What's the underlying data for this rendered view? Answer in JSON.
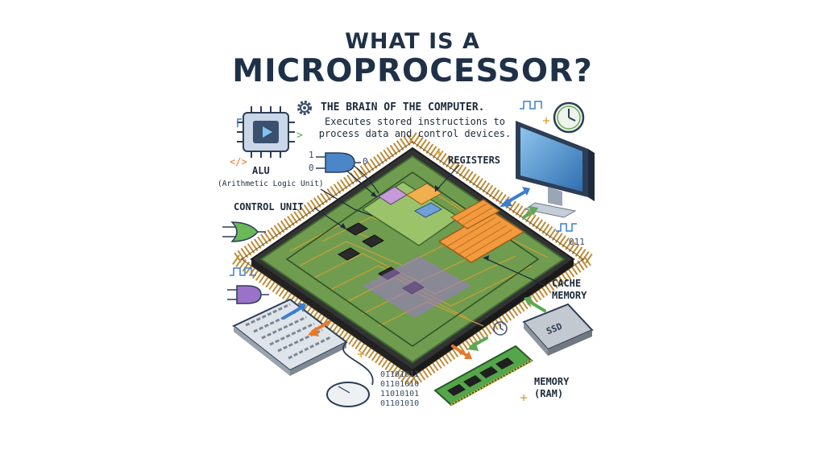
{
  "title": {
    "line1": "WHAT IS A",
    "line2": "MICROPROCESSOR?"
  },
  "intro": {
    "heading": "THE BRAIN OF THE COMPUTER.",
    "description_line1": "Executes stored instructions to",
    "description_line2": "process data and control devices."
  },
  "labels": {
    "alu": "ALU",
    "alu_full": "(Arithmetic Logic Unit)",
    "registers": "REGISTERS",
    "control_unit": "CONTROL UNIT",
    "cache_line1": "CACHE",
    "cache_line2": "MEMORY",
    "ssd": "SSD",
    "ram_line1": "MEMORY",
    "ram_line2": "(RAM)"
  },
  "binary": {
    "stream": [
      "01101011",
      "01101010",
      "11010101",
      "01101010"
    ],
    "gate_input_top": "1",
    "gate_input_bottom": "0",
    "gate_output": "0",
    "right_code": "011"
  },
  "colors": {
    "title": "#1f3148",
    "chip_die": "#4a7a4a",
    "board": "#7aa85a",
    "cache": "#f0923a",
    "accent_blue": "#3a7ed0",
    "accent_green": "#5aaa55",
    "accent_orange": "#e8782a",
    "gate_blue": "#4a86c8",
    "gate_green": "#6ab85a",
    "gate_purple": "#9a72c8"
  },
  "icons": [
    "gear-icon",
    "cpu-play-icon",
    "code-icon",
    "clock-icon",
    "monitor-icon",
    "keyboard-icon",
    "mouse-icon",
    "ssd-icon",
    "ram-icon",
    "logic-gate-icon",
    "square-wave-icon",
    "arrow-icon"
  ]
}
